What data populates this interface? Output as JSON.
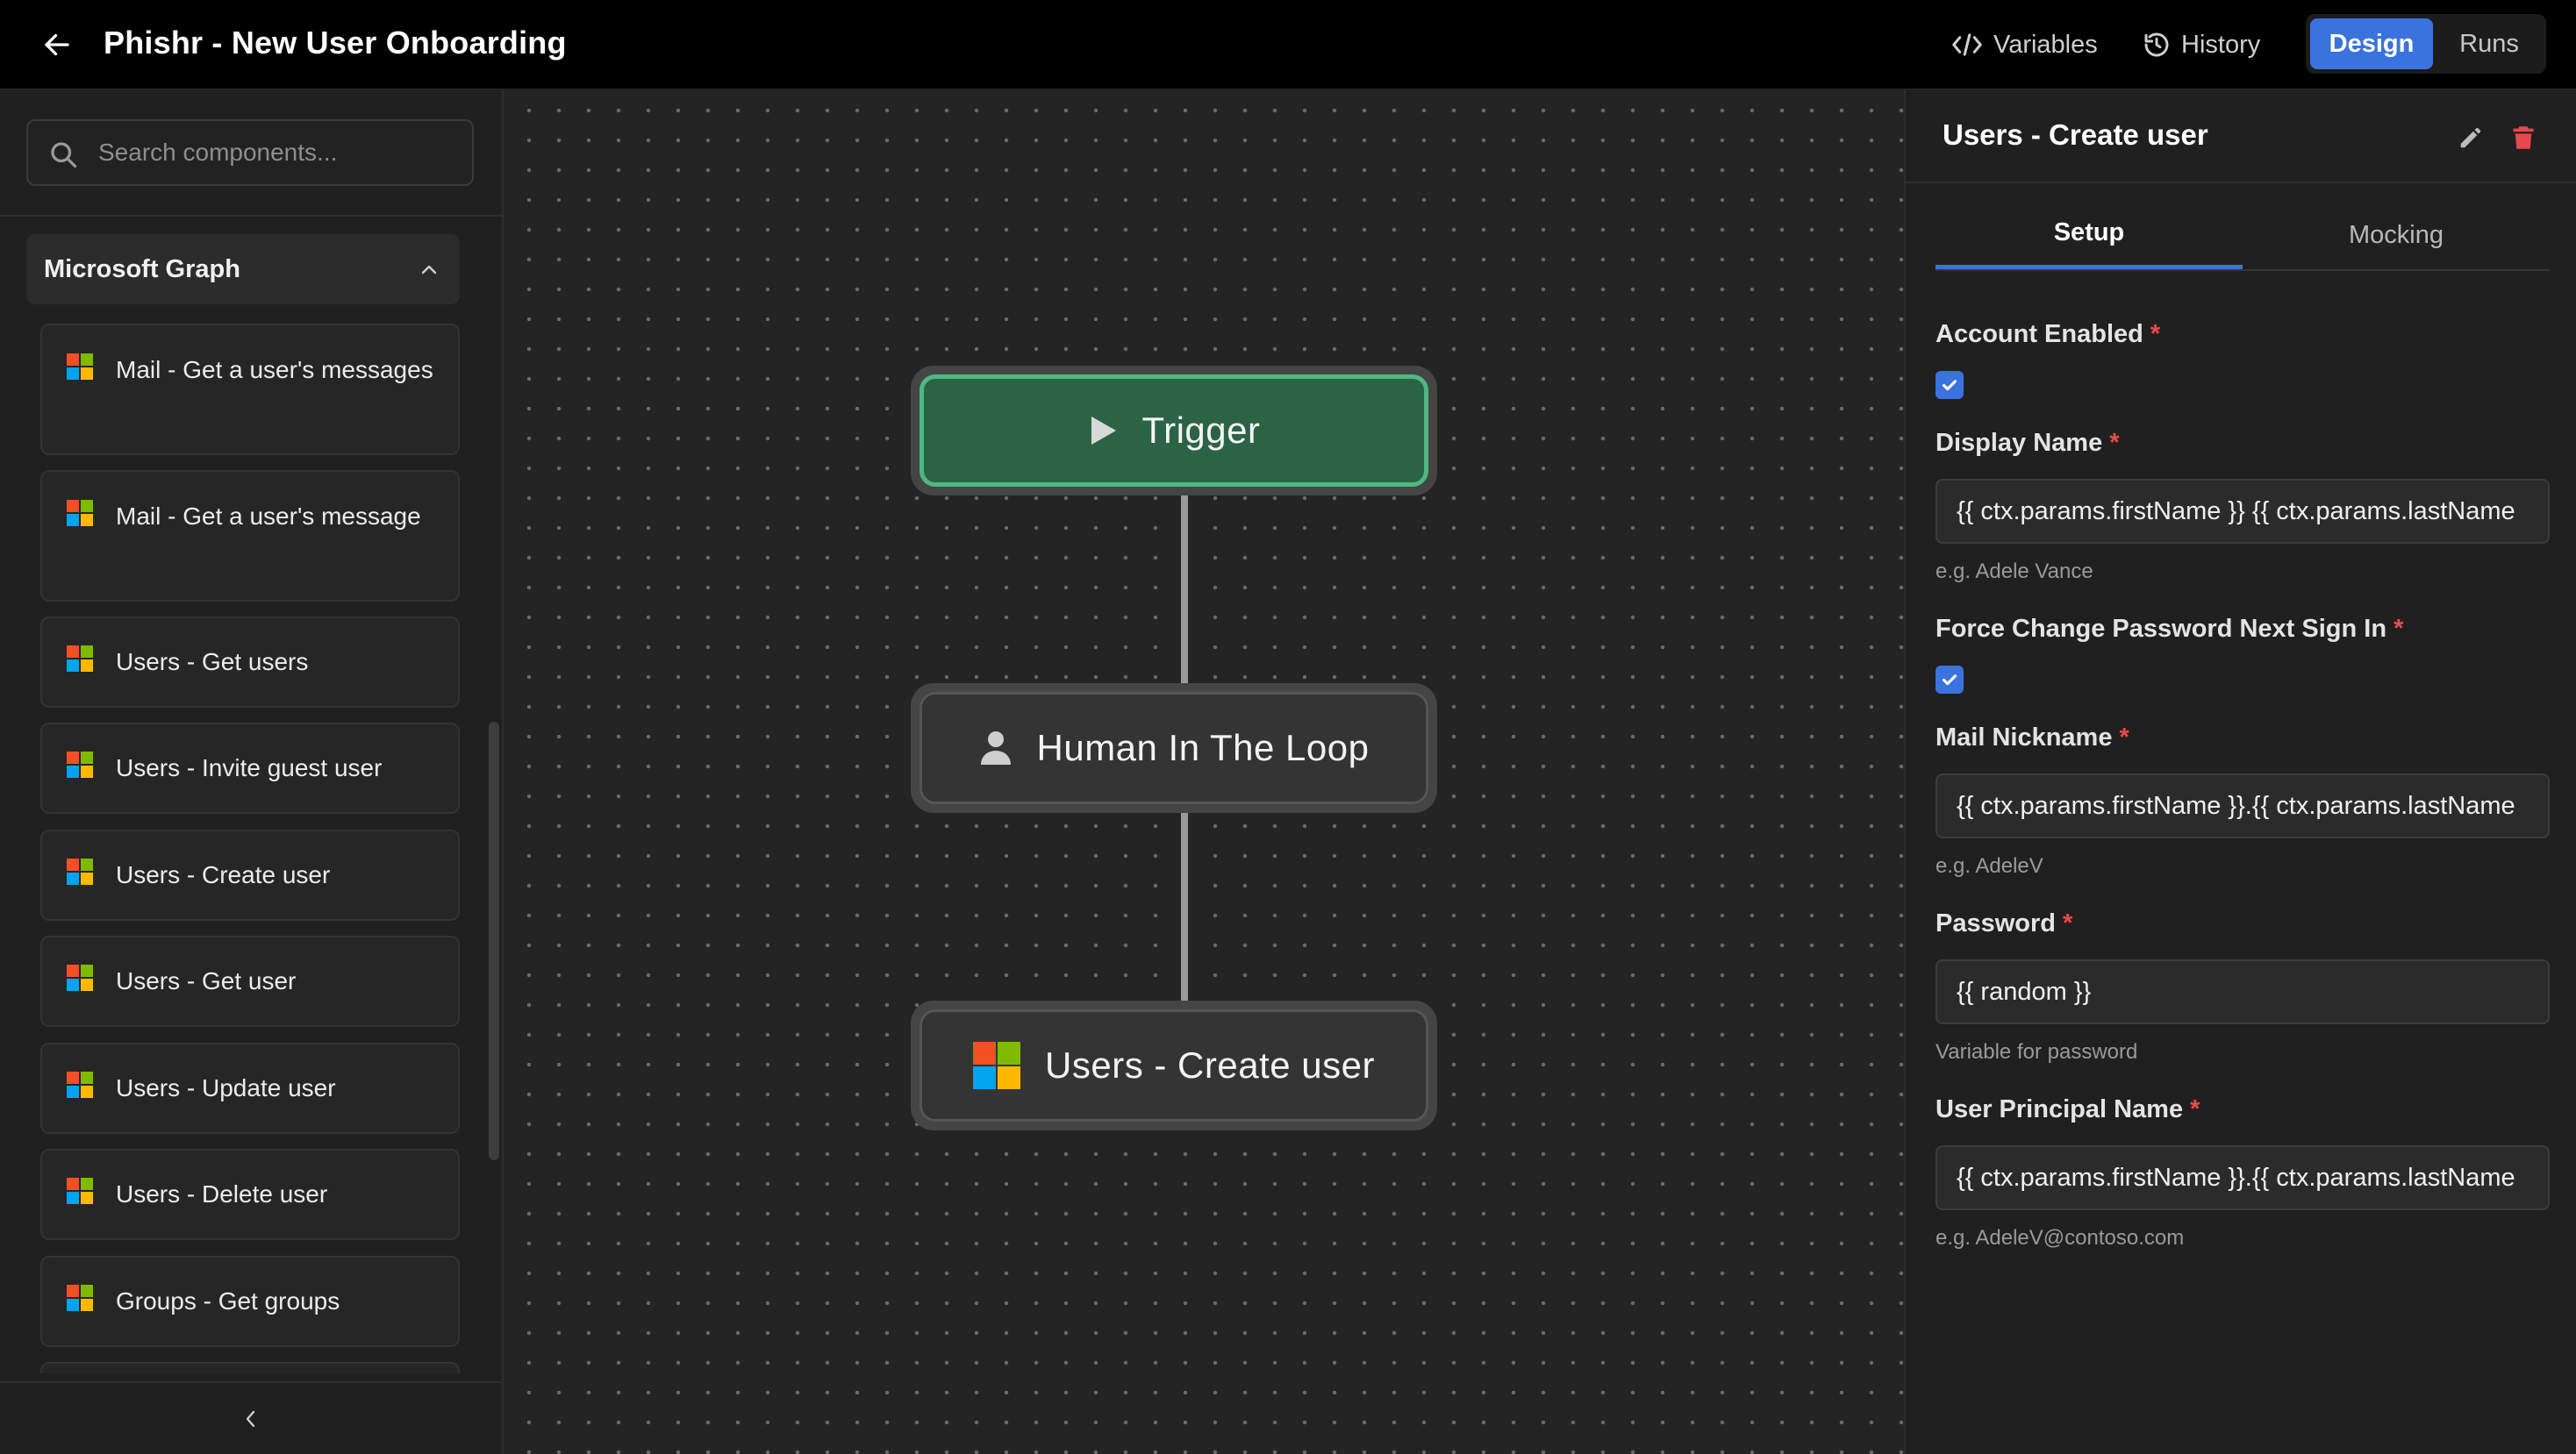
{
  "header": {
    "title": "Phishr - New User Onboarding",
    "variables_label": "Variables",
    "history_label": "History",
    "modes": [
      {
        "label": "Design",
        "active": true
      },
      {
        "label": "Runs",
        "active": false
      }
    ]
  },
  "sidebar": {
    "search_placeholder": "Search components...",
    "group": {
      "label": "Microsoft Graph",
      "expanded": true
    },
    "items": [
      {
        "label": "Mail - Get a user's messages",
        "icon": "microsoft-logo-icon"
      },
      {
        "label": "Mail - Get a user's message",
        "icon": "microsoft-logo-icon"
      },
      {
        "label": "Users - Get users",
        "icon": "microsoft-logo-icon"
      },
      {
        "label": "Users - Invite guest user",
        "icon": "microsoft-logo-icon"
      },
      {
        "label": "Users - Create user",
        "icon": "microsoft-logo-icon"
      },
      {
        "label": "Users - Get user",
        "icon": "microsoft-logo-icon"
      },
      {
        "label": "Users - Update user",
        "icon": "microsoft-logo-icon"
      },
      {
        "label": "Users - Delete user",
        "icon": "microsoft-logo-icon"
      },
      {
        "label": "Groups - Get groups",
        "icon": "microsoft-logo-icon"
      }
    ]
  },
  "canvas": {
    "nodes": [
      {
        "label": "Trigger",
        "icon": "play-icon",
        "type": "trigger"
      },
      {
        "label": "Human In The Loop",
        "icon": "person-icon",
        "type": "step"
      },
      {
        "label": "Users - Create user",
        "icon": "microsoft-logo-icon",
        "type": "step"
      }
    ]
  },
  "panel": {
    "title": "Users - Create user",
    "tabs": [
      {
        "label": "Setup",
        "active": true
      },
      {
        "label": "Mocking",
        "active": false
      }
    ],
    "fields": {
      "account_enabled": {
        "label": "Account Enabled",
        "checked": true
      },
      "display_name": {
        "label": "Display Name",
        "value": "{{ ctx.params.firstName }} {{ ctx.params.lastName",
        "hint": "e.g. Adele Vance"
      },
      "force_change_password": {
        "label": "Force Change Password Next Sign In",
        "checked": true
      },
      "mail_nickname": {
        "label": "Mail Nickname",
        "value": "{{ ctx.params.firstName }}.{{ ctx.params.lastName",
        "hint": "e.g. AdeleV"
      },
      "password": {
        "label": "Password",
        "value": "{{ random }}",
        "hint": "Variable for password"
      },
      "user_principal_name": {
        "label": "User Principal Name",
        "value": "{{ ctx.params.firstName }}.{{ ctx.params.lastName",
        "hint": "e.g. AdeleV@contoso.com"
      }
    },
    "required_marker": "*"
  },
  "colors": {
    "accent": "#3b73de",
    "trigger_fill": "#2a6445",
    "trigger_border": "#4fb781",
    "required": "#ef4a4a",
    "delete": "#e5484d"
  }
}
